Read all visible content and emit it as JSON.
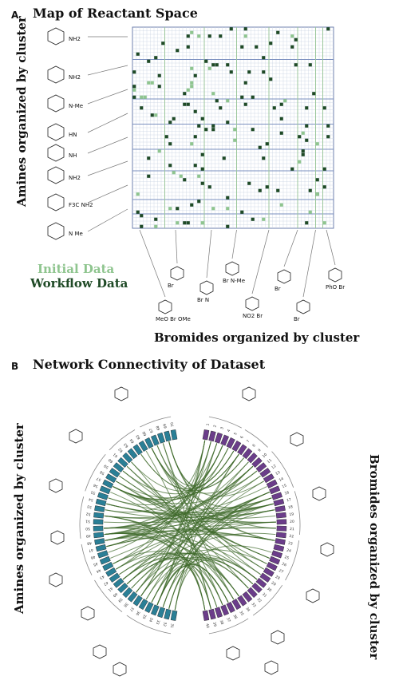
{
  "panel_a": {
    "letter": "A",
    "title": "Map of Reactant Space",
    "y_axis_label": "Amines organized by cluster",
    "x_axis_label": "Bromides organized by cluster",
    "legend": {
      "initial": "Initial Data",
      "workflow": "Workflow Data"
    },
    "colors": {
      "initial": "#8fc58f",
      "workflow": "#1f4a26",
      "grid": "#c9d3e2",
      "cluster_row": "#7a8fbf",
      "cluster_col": "#9cc79c"
    },
    "amine_groups": [
      "NH2",
      "NH2",
      "N-Me",
      "HN",
      "NH",
      "NH2",
      "F3C NH2",
      "N Me"
    ],
    "bromide_groups": [
      "MeO Br OMe",
      "Br",
      "Br N",
      "Br N-Me",
      "NO2 Br",
      "Br",
      "Br",
      "PhO Br"
    ]
  },
  "panel_b": {
    "letter": "B",
    "title": "Network Connectivity of Dataset",
    "left_label": "Amines organized by cluster",
    "right_label": "Bromides organized by cluster",
    "colors": {
      "amine_node": "#2a7f96",
      "bromide_node": "#6b3d8a",
      "edge": "#3f6a2b"
    },
    "amine_numbers": [
      "31",
      "32",
      "33",
      "34",
      "35",
      "36",
      "37",
      "38",
      "39",
      "40",
      "41",
      "42",
      "43",
      "44",
      "45",
      "46",
      "47",
      "48",
      "49",
      "50",
      "51",
      "52",
      "53",
      "54",
      "55",
      "56",
      "57",
      "58",
      "59",
      "60",
      "61",
      "62",
      "63",
      "64",
      "65",
      "66",
      "67",
      "68",
      "69",
      "70"
    ],
    "bromide_numbers": [
      "1",
      "2",
      "3",
      "4",
      "5",
      "6",
      "7",
      "8",
      "9",
      "10",
      "11",
      "12",
      "13",
      "14",
      "15",
      "16",
      "17",
      "18",
      "19",
      "20",
      "21",
      "22",
      "23",
      "24",
      "25",
      "26",
      "27",
      "28",
      "29",
      "30",
      "31",
      "32",
      "33",
      "34",
      "35",
      "36",
      "37",
      "38",
      "39",
      "40"
    ]
  }
}
